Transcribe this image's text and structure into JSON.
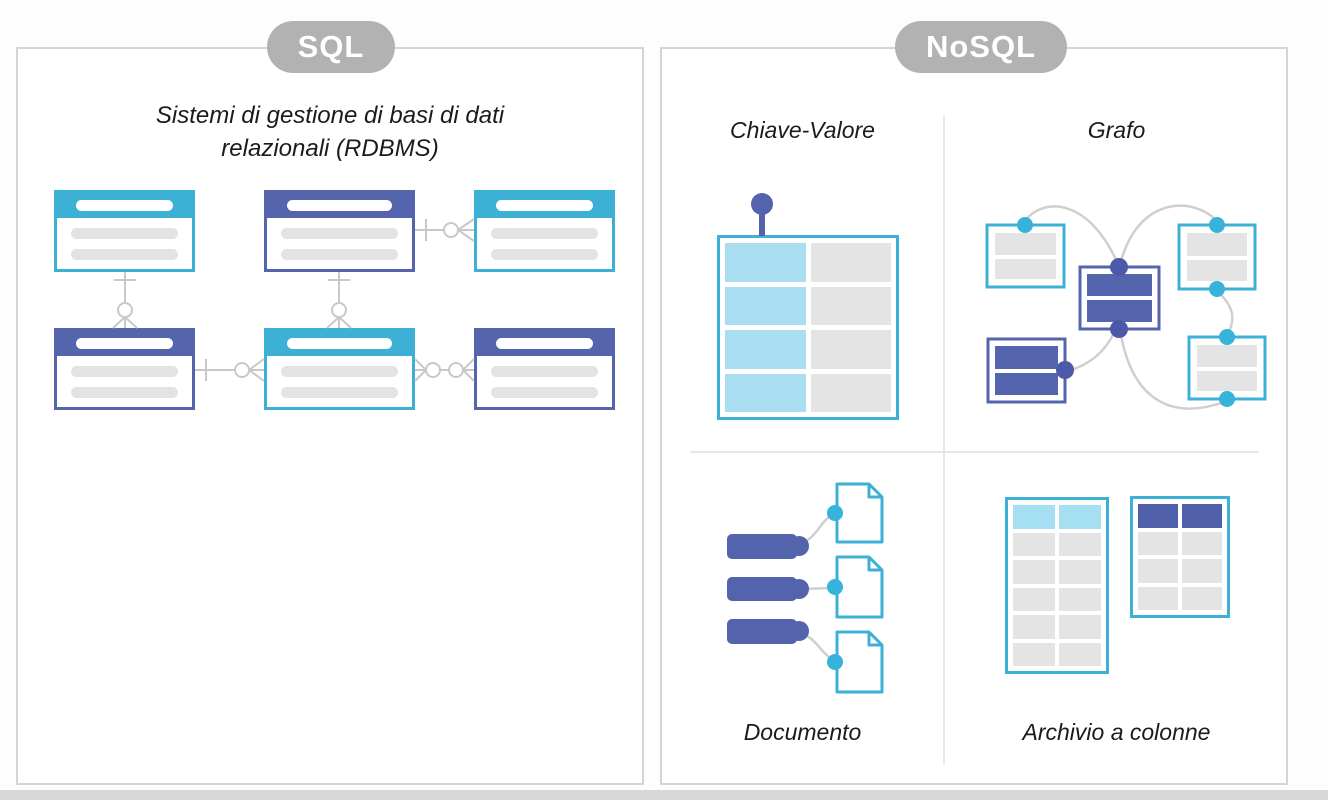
{
  "sql_panel": {
    "badge": "SQL",
    "title_line1": "Sistemi di gestione di basi di dati",
    "title_line2": "relazionali (RDBMS)"
  },
  "nosql_panel": {
    "badge": "NoSQL",
    "key_value_label": "Chiave-Valore",
    "graph_label": "Grafo",
    "document_label": "Documento",
    "column_label": "Archivio a colonne"
  },
  "colors": {
    "cyan_accent": "#3db0d6",
    "indigo_accent": "#5565ad",
    "light_blue_cell": "#a9ddf0",
    "gray_cell": "#e4e4e4",
    "connector_gray": "#c8c8c8",
    "badge_gray": "#b2b2b2",
    "panel_border": "#d5d5d5"
  }
}
